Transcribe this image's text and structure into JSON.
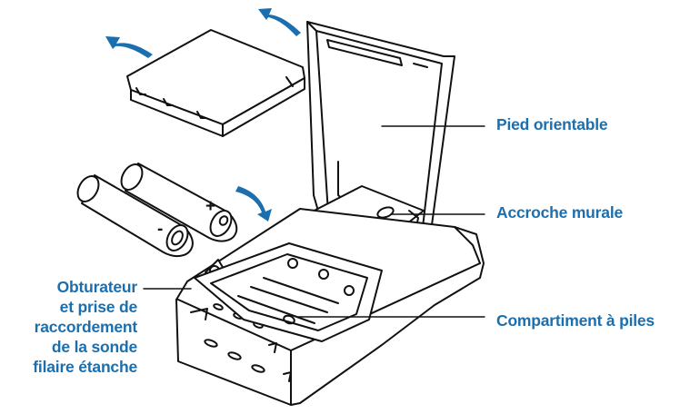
{
  "labels": {
    "pied": "Pied orientable",
    "accroche": "Accroche murale",
    "compartiment": "Compartiment à piles",
    "obturateur": [
      "Obturateur",
      "et prise de",
      "raccordement",
      "de la sonde",
      "filaire étanche"
    ]
  },
  "battery_marks": {
    "plus": "+",
    "minus": "-"
  },
  "colors": {
    "label": "#1b6fae",
    "arrow": "#1b6fae",
    "line_art": "#111111"
  }
}
